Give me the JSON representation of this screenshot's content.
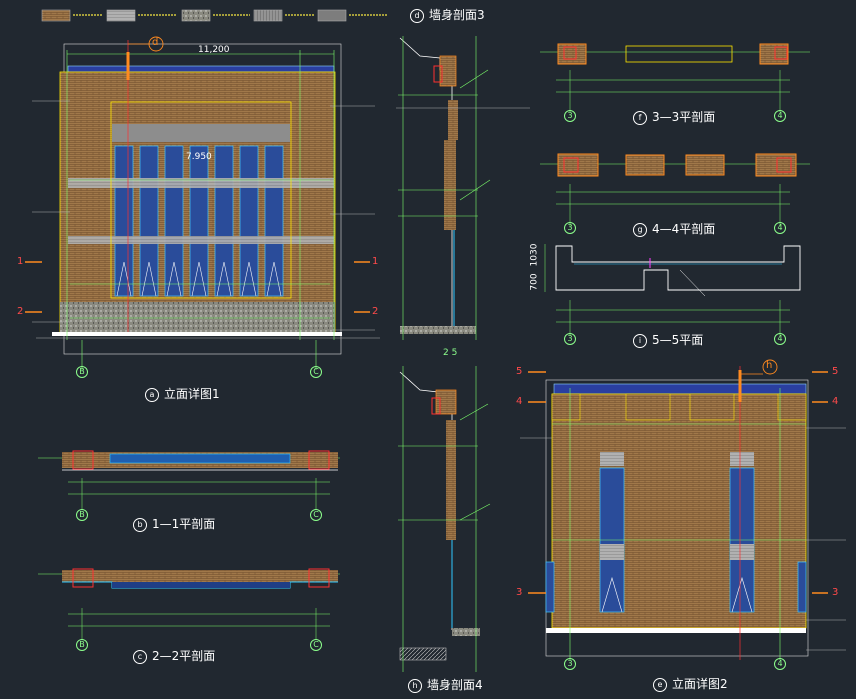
{
  "colors": {
    "background": "#212830",
    "brick": "#a0784a",
    "line_green": "#7cff6b",
    "line_yellow": "#ffe600",
    "line_white": "#ffffff",
    "line_red": "#ff3030",
    "line_cyan": "#2fc8ff",
    "line_orange": "#ff8a1f",
    "glass_blue": "#2a4c9a"
  },
  "legend": [
    {
      "text": "",
      "swatch": "brick"
    },
    {
      "text": "",
      "swatch": "striped"
    },
    {
      "text": "",
      "swatch": "stone"
    },
    {
      "text": "",
      "swatch": "hatched"
    },
    {
      "text": "",
      "swatch": "grey"
    }
  ],
  "views": {
    "elev1": {
      "title": "立面详图1",
      "mark": "a",
      "top_dim": "11,200",
      "mid_mark": "7.950",
      "grid_left": "B",
      "grid_right": "C",
      "section_left_top": "1",
      "section_left_bot": "2",
      "section_right_top": "1",
      "section_right_bot": "2",
      "callout": "d"
    },
    "wall3": {
      "title": "墙身剖面3",
      "mark": "d",
      "bottom_marks": "2 5"
    },
    "wall4": {
      "title": "墙身剖面4",
      "mark": "h"
    },
    "plan11": {
      "title": "1—1平剖面",
      "mark": "b",
      "grid_left": "B",
      "grid_right": "C"
    },
    "plan22": {
      "title": "2—2平剖面",
      "mark": "c",
      "grid_left": "B",
      "grid_right": "C"
    },
    "plan33": {
      "title": "3—3平剖面",
      "mark": "f",
      "grid_left": "3",
      "grid_right": "4"
    },
    "plan44": {
      "title": "4—4平剖面",
      "mark": "g",
      "grid_left": "3",
      "grid_right": "4"
    },
    "plan55": {
      "title": "5—5平面",
      "mark": "i",
      "grid_left": "3",
      "grid_right": "4",
      "height_a": "1030",
      "height_b": "700"
    },
    "elev2": {
      "title": "立面详图2",
      "mark": "e",
      "grid_left": "3",
      "grid_right": "4",
      "callout": "h",
      "section_left_5": "5",
      "section_left_4": "4",
      "section_left_3": "3",
      "section_right_5": "5",
      "section_right_4": "4",
      "section_right_3": "3"
    }
  }
}
